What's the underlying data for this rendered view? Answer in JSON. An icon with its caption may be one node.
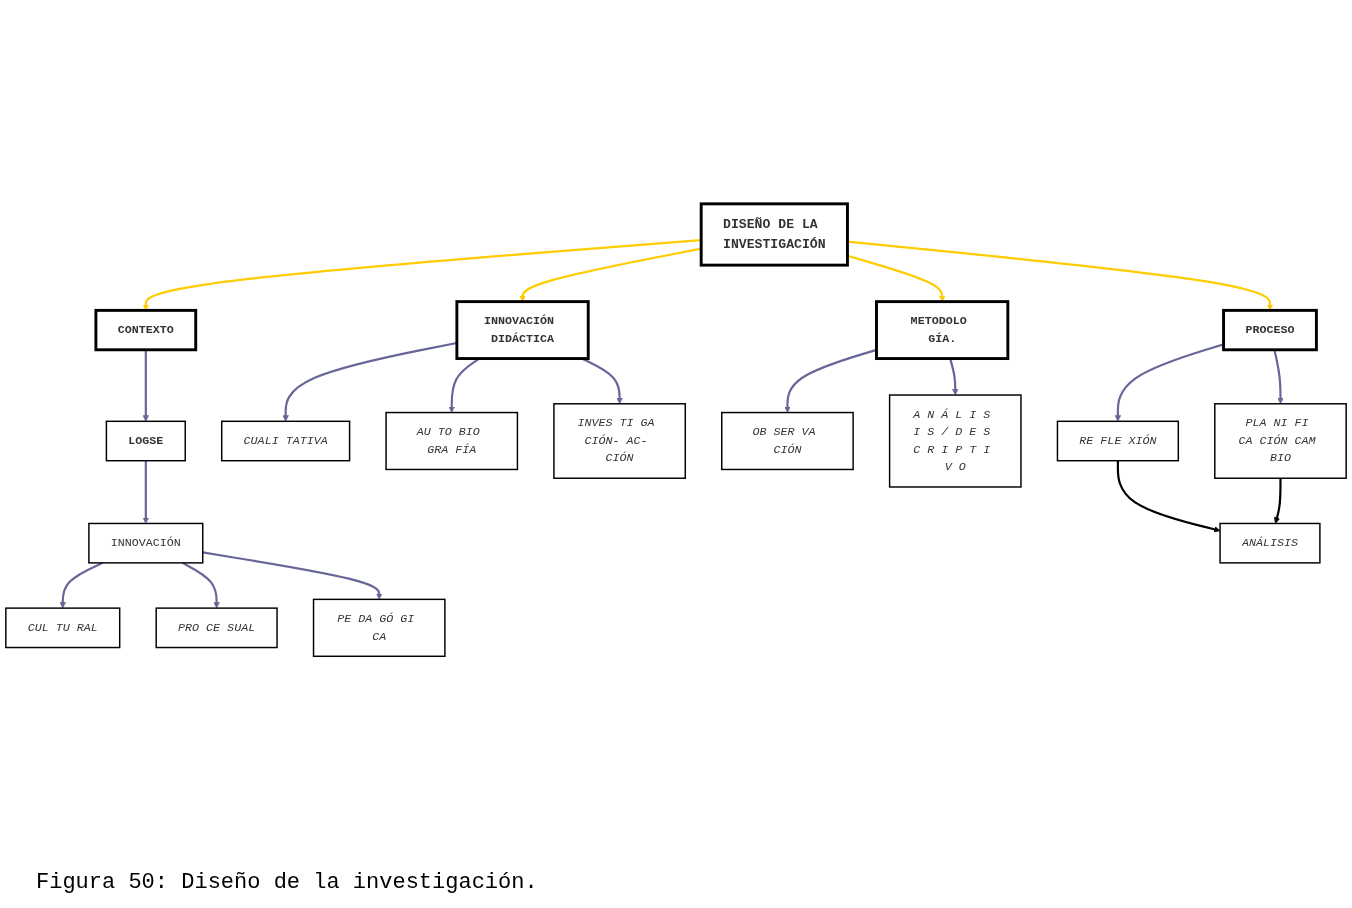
{
  "diagram": {
    "caption": "Figura 50: Diseño de la investigación.",
    "nodes": [
      {
        "text": [
          "DISEÑO DE LA INVESTIGACIÓN"
        ]
      },
      {
        "text": [
          "CONTEXTO"
        ]
      },
      {
        "text": [
          "INNOVACIÓN DIDÁCTICA"
        ]
      },
      {
        "text": [
          "METODOLO GÍA."
        ]
      },
      {
        "text": [
          "PROCESO"
        ]
      },
      {
        "text": [
          "LOGSE"
        ]
      },
      {
        "text": [
          "INNOVACIÓN"
        ]
      },
      {
        "text": [
          "CUL TU RAL"
        ]
      },
      {
        "text": [
          "PE DA GÓ GI CA"
        ]
      },
      {
        "text": [
          "PRO CE SUAL"
        ]
      },
      {
        "text": [
          "CUALI TATIVA"
        ]
      },
      {
        "text": [
          "AU TO BIO GRA FÍA"
        ]
      },
      {
        "text": [
          "INVES TI GA CIÓN- AC- CIÓN"
        ]
      },
      {
        "text": [
          "OB SER VA CIÓN"
        ]
      },
      {
        "text": [
          "A N Á L I S I S / D E S C R I P T I V O"
        ]
      },
      {
        "text": [
          "RE FLE XIÓN"
        ]
      },
      {
        "text": [
          "PLA NI FI CA CIÓN CAM BIO"
        ]
      },
      {
        "text": [
          "ANÁLISIS"
        ]
      }
    ],
    "edges": [
      {
        "from": 0,
        "to": 1,
        "arrow": "to",
        "color": "#ffcc00"
      },
      {
        "from": 0,
        "to": 2,
        "arrow": "to",
        "color": "#ffcc00"
      },
      {
        "from": 0,
        "to": 3,
        "arrow": "to",
        "color": "#ffcc00"
      },
      {
        "from": 0,
        "to": 4,
        "arrow": "to",
        "color": "#ffcc00"
      },
      {
        "from": 1,
        "to": 5,
        "arrow": "to"
      },
      {
        "from": 5,
        "to": 6,
        "arrow": "to"
      },
      {
        "from": 6,
        "to": 7,
        "arrow": "to"
      },
      {
        "from": 6,
        "to": 9,
        "arrow": "to"
      },
      {
        "from": 6,
        "to": 8,
        "arrow": "to"
      },
      {
        "from": 2,
        "to": 10,
        "arrow": "to"
      },
      {
        "from": 2,
        "to": 11,
        "arrow": "to"
      },
      {
        "from": 2,
        "to": 12,
        "arrow": "to"
      },
      {
        "from": 3,
        "to": 13,
        "arrow": "to"
      },
      {
        "from": 3,
        "to": 14,
        "arrow": "to"
      },
      {
        "from": 4,
        "to": 15,
        "arrow": "to"
      },
      {
        "from": 4,
        "to": 16,
        "arrow": "to"
      },
      {
        "from": 15,
        "to": 17,
        "arrow": "to",
        "color": "#000000"
      },
      {
        "from": 16,
        "to": 17,
        "arrow": "to",
        "color": "#000000"
      }
    ]
  }
}
